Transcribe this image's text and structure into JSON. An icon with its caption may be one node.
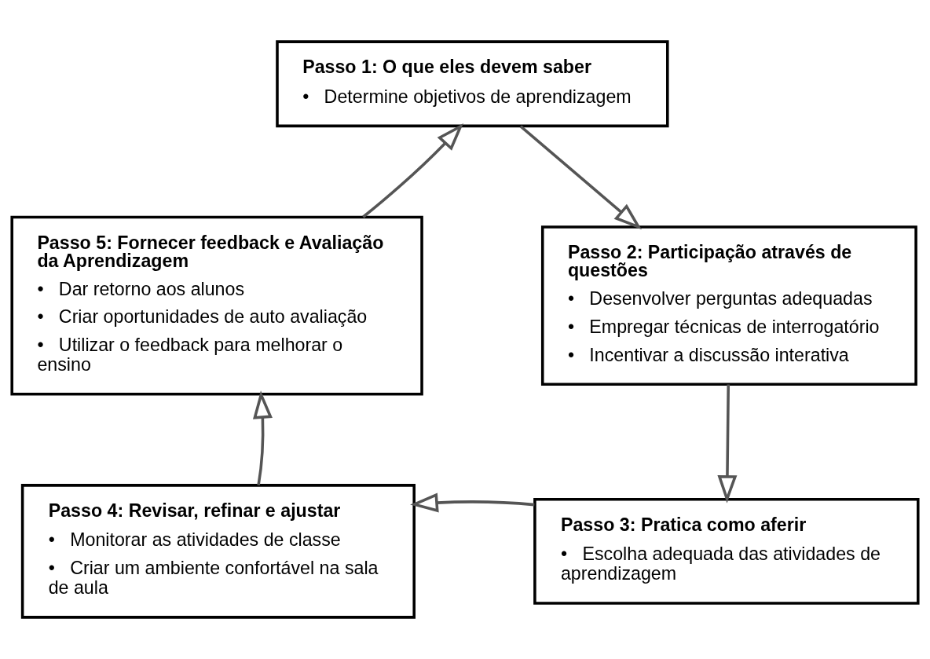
{
  "diagram": {
    "nodes": [
      {
        "text": [
          "Passo 1: O que eles devem saber",
          "•   Determine objetivos de aprendizagem"
        ]
      },
      {
        "text": [
          "Passo 2: Participação através de questões",
          "•   Desenvolver perguntas adequadas",
          "•   Empregar técnicas de interrogatório",
          "•   Incentivar a discussão interativa"
        ]
      },
      {
        "text": [
          "Passo 3: Pratica como aferir",
          "•   Escolha adequada das atividades de aprendizagem"
        ]
      },
      {
        "text": [
          "Passo 4: Revisar, refinar e ajustar",
          "•   Monitorar as atividades de classe",
          "•   Criar um ambiente confortável na sala de aula"
        ]
      },
      {
        "text": [
          "Passo 5: Fornecer feedback e Avaliação da Aprendizagem",
          "•   Dar retorno aos alunos",
          "•   Criar oportunidades de auto avaliação",
          "•   Utilizar o feedback para melhorar o ensino"
        ]
      }
    ],
    "edges": [
      {
        "from": 0,
        "to": 1,
        "arrow": "to"
      },
      {
        "from": 1,
        "to": 2,
        "arrow": "to"
      },
      {
        "from": 2,
        "to": 3,
        "arrow": "to"
      },
      {
        "from": 3,
        "to": 4,
        "arrow": "to"
      },
      {
        "from": 4,
        "to": 0,
        "arrow": "to"
      }
    ]
  }
}
